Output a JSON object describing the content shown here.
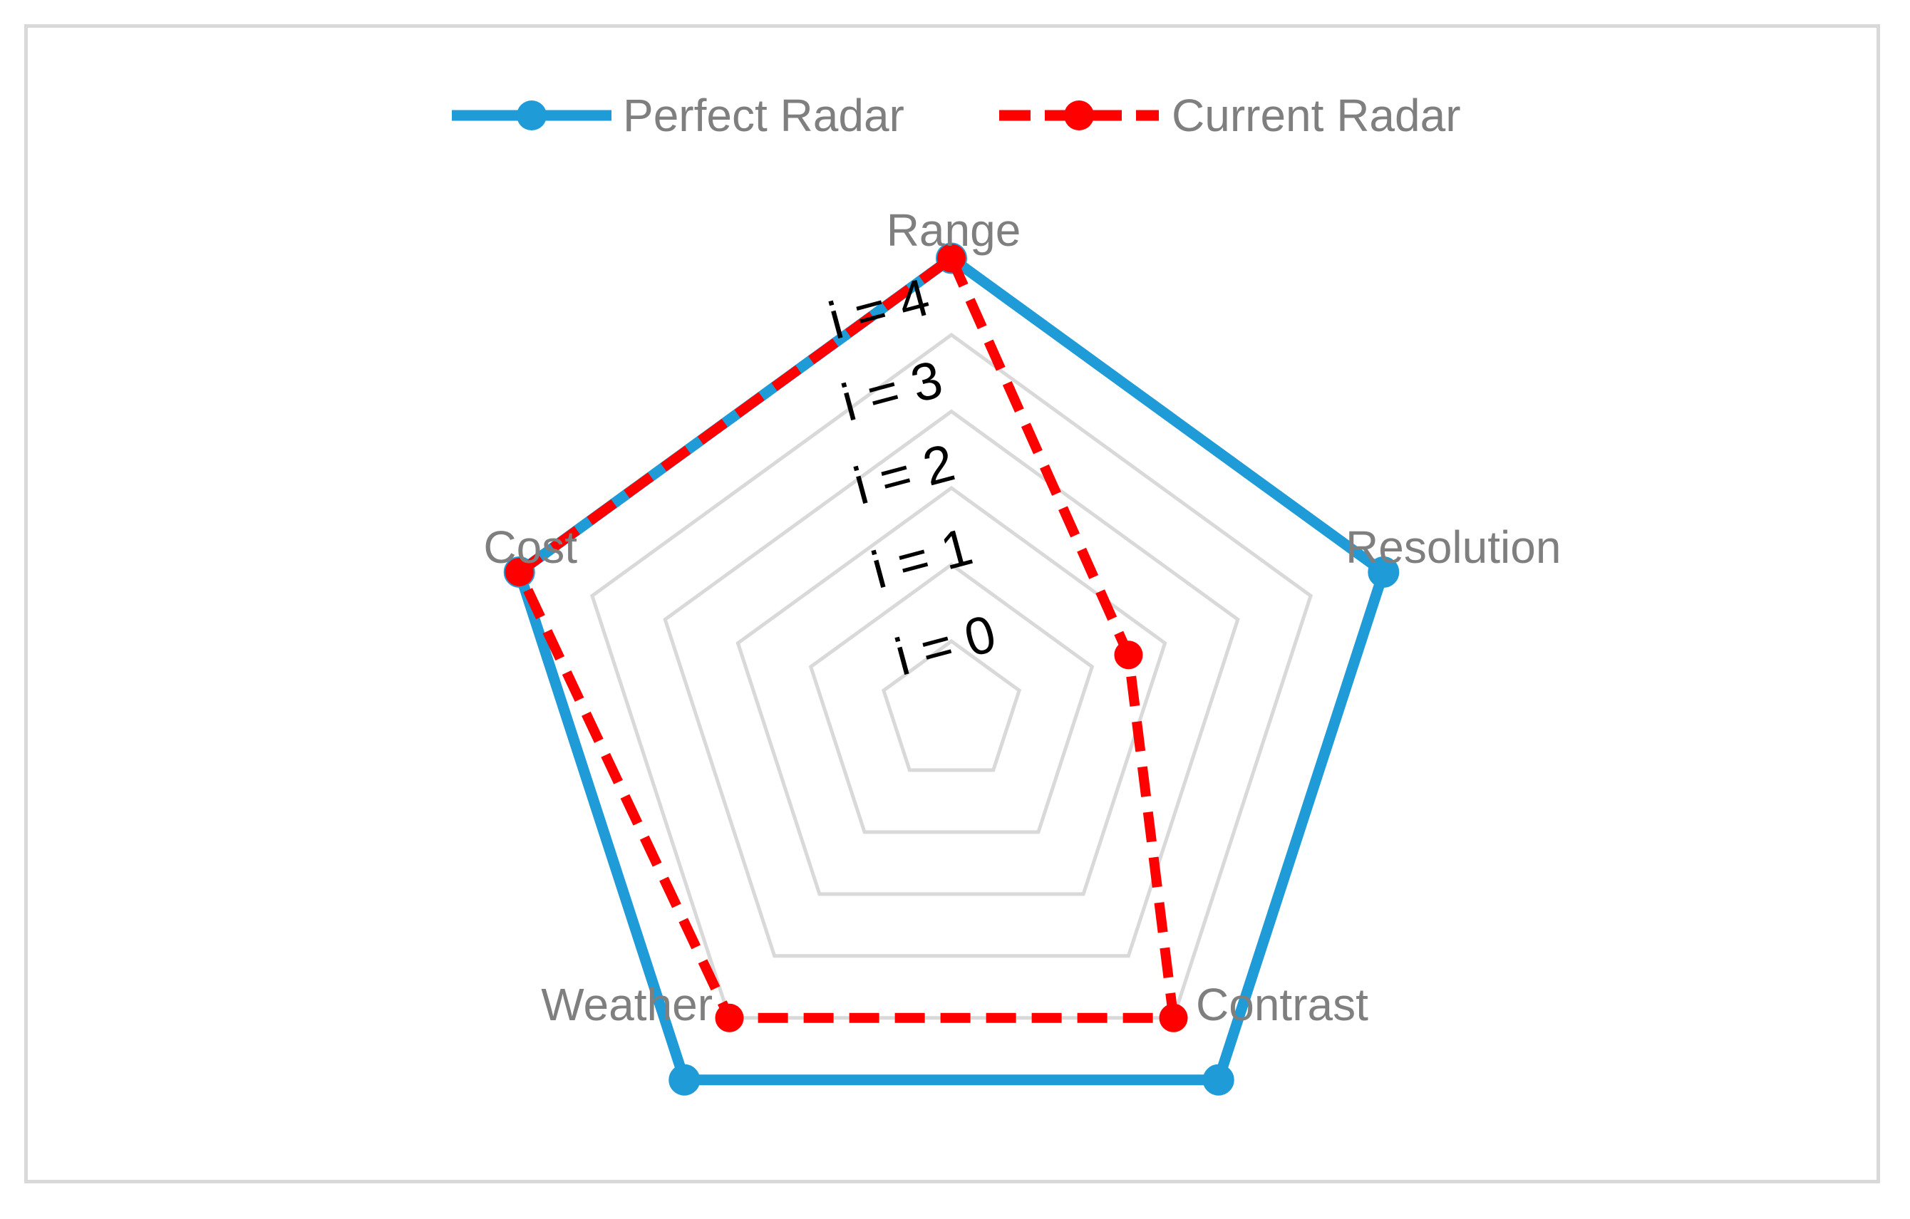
{
  "chart_data": {
    "type": "radar",
    "title": "",
    "categories": [
      "Range",
      "Resolution",
      "Contrast",
      "Weather",
      "Cost"
    ],
    "rlim": [
      0,
      4
    ],
    "grid": true,
    "legend_position": "top",
    "series": [
      {
        "name": "Perfect Radar",
        "values": [
          5,
          5,
          5,
          5,
          5
        ],
        "color": "#1f9bd7",
        "line_style": "solid",
        "marker": "circle"
      },
      {
        "name": "Current Radar",
        "values": [
          5,
          1.5,
          4,
          4,
          5
        ],
        "color": "#ff0000",
        "line_style": "dashed",
        "marker": "circle"
      }
    ],
    "level_labels": [
      "i = 0",
      "i = 1",
      "i = 2",
      "i = 3",
      "i = 4"
    ],
    "grid_color": "#d9d9d9",
    "label_color": "#7f7f7f"
  }
}
